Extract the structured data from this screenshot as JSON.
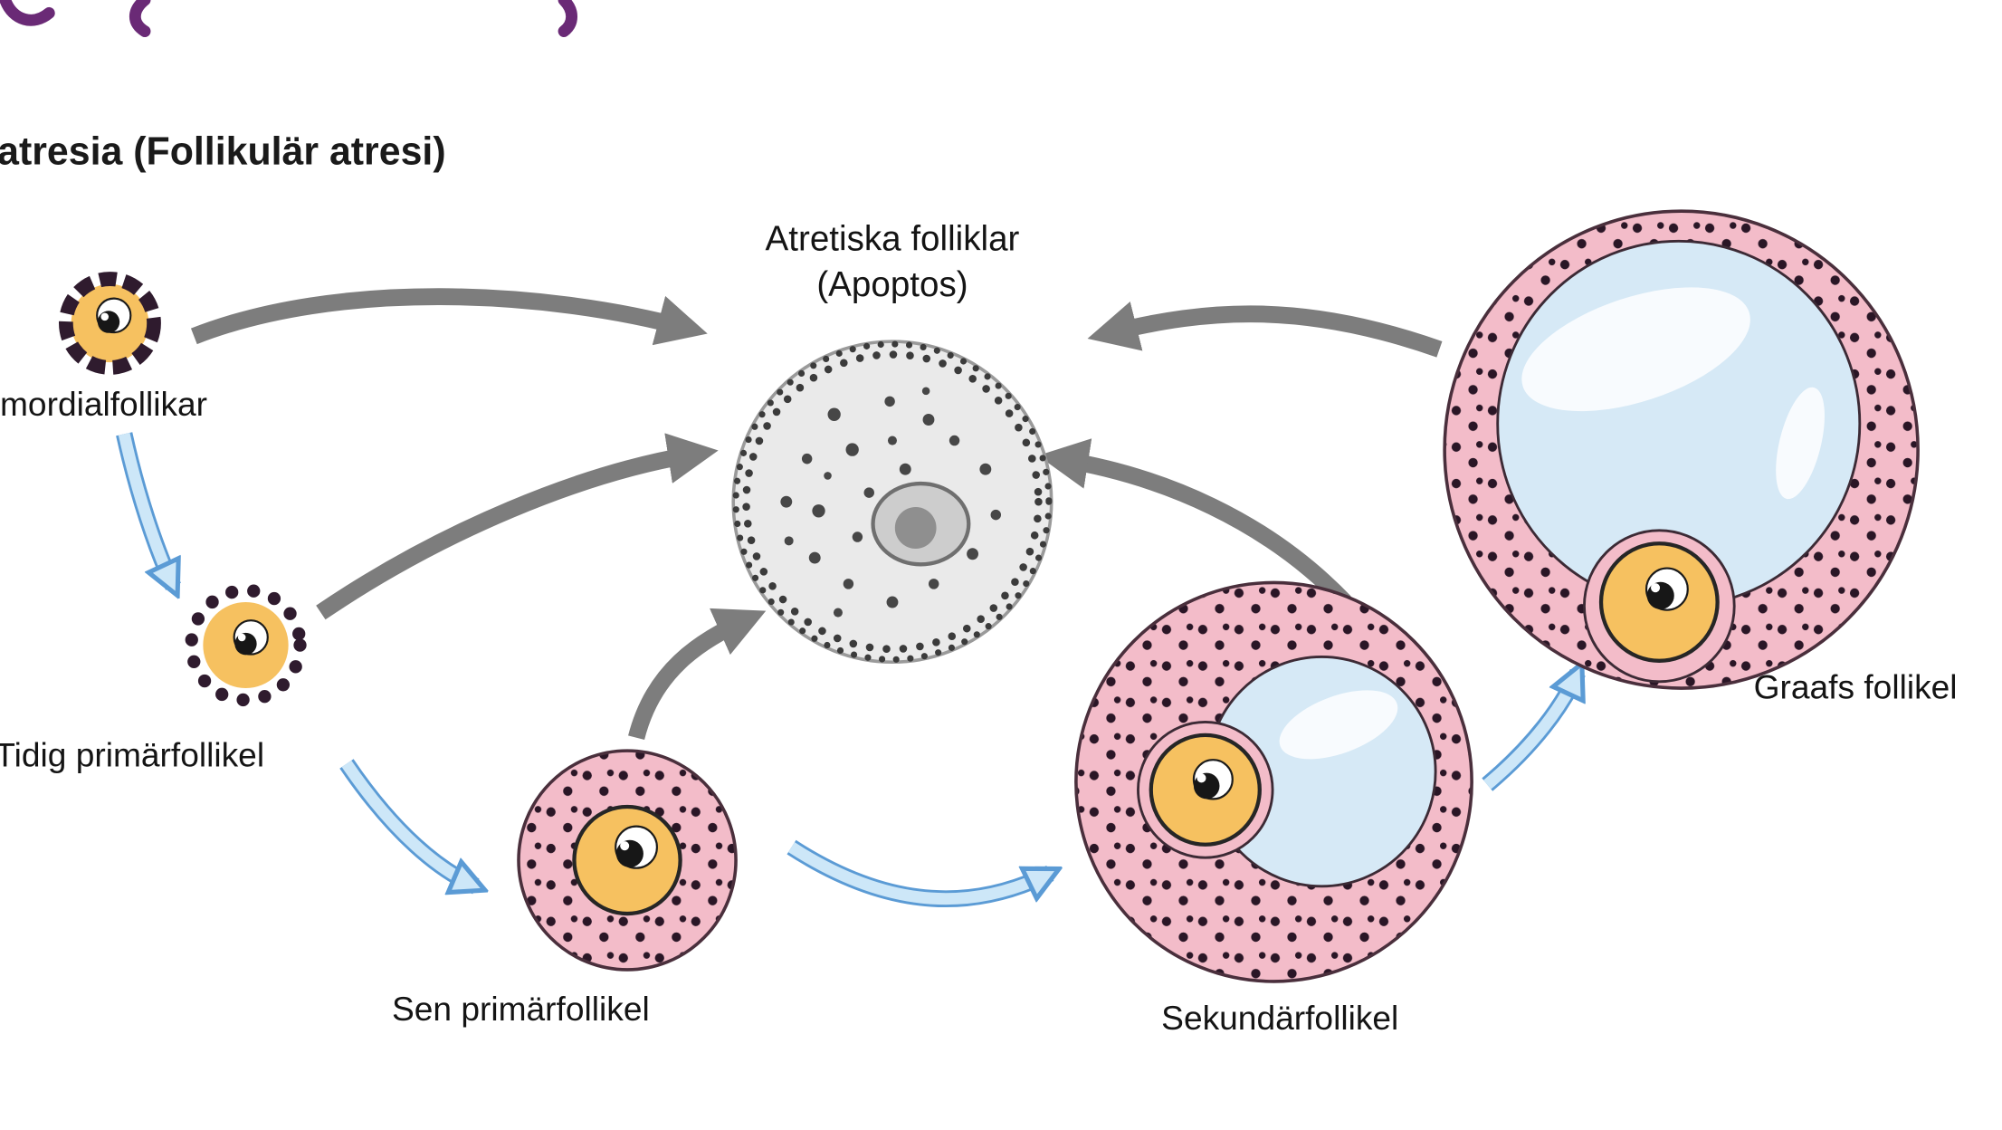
{
  "page": {
    "heading": "atresia (Follikulär atresi)"
  },
  "diagram": {
    "atretic": {
      "label_line1": "Atretiska folliklar",
      "label_line2": "(Apoptos)"
    },
    "stages": {
      "primordial": "mordialfollikar",
      "early_primary": "Tidig primärfollikel",
      "late_primary": "Sen primärfollikel",
      "secondary": "Sekundärfollikel",
      "graafian": "Graafs follikel"
    },
    "colors": {
      "partial_heading_purple": "#6a2a76",
      "heading_text": "#1a1a1a",
      "oocyte_orange": "#f6c160",
      "granulosa_pink": "#f3bcc9",
      "granulosa_dot": "#2a1626",
      "antrum_blue": "#d6e9f6",
      "atretic_gray": "#eaeaea",
      "arrow_gray": "#7d7d7d",
      "arrow_blue_fill": "#cde7f8",
      "arrow_blue_outline": "#5b9bd5"
    }
  }
}
